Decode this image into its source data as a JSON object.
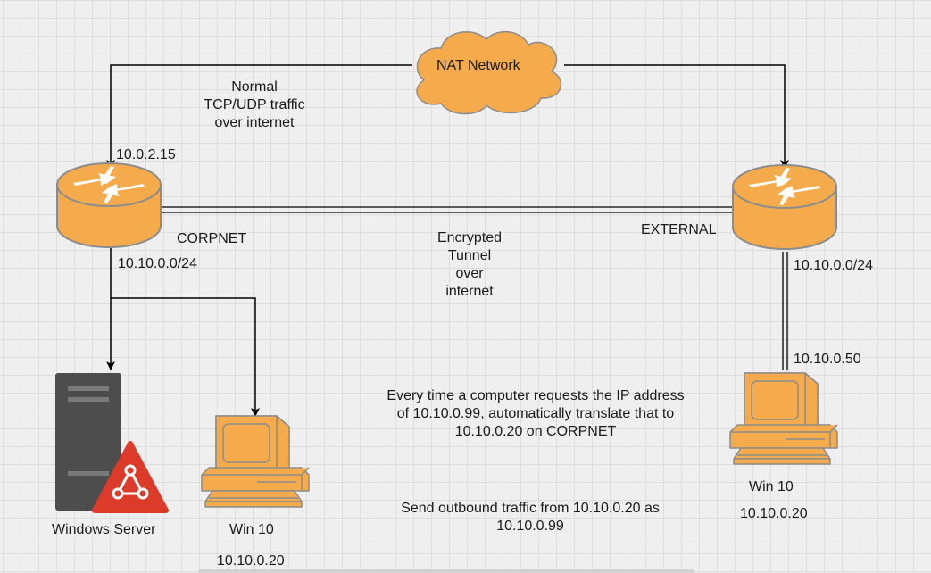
{
  "diagram": {
    "nat_cloud_label": "NAT Network",
    "normal_traffic_label": "Normal\nTCP/UDP traffic\nover internet",
    "corp_router_ip": "10.0.2.15",
    "corp_router_label": "CORPNET",
    "corp_subnet": "10.10.0.0/24",
    "external_router_label": "EXTERNAL",
    "external_subnet": "10.10.0.0/24",
    "tunnel_label": "Encrypted\nTunnel\nover\ninternet",
    "windows_server_label": "Windows Server",
    "corp_pc_label": "Win 10",
    "corp_pc_ip": "10.10.0.20",
    "external_pc_ip_top": "10.10.0.50",
    "external_pc_label": "Win 10",
    "external_pc_ip": "10.10.0.20",
    "nat_rule_text": "Every time a computer requests the IP address\nof 10.10.0.99, automatically translate that to\n10.10.0.20 on CORPNET",
    "outbound_rule_text": "Send outbound traffic from 10.10.0.20 as\n10.10.0.99"
  },
  "colors": {
    "device_fill": "#F5AB4C",
    "device_stroke": "#8C8C8C",
    "server_fill": "#4D4D4D",
    "warning_red": "#DD3B2A",
    "line": "#000000"
  },
  "icons": {
    "router": "router-icon",
    "cloud": "cloud-icon",
    "server": "server-icon",
    "pc": "desktop-computer-icon",
    "warning": "warning-network-icon"
  }
}
